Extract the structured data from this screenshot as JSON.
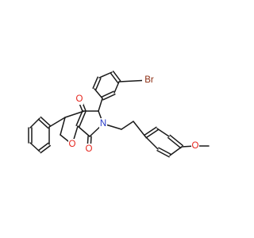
{
  "molecule": {
    "atoms": [
      {
        "id": "br",
        "label": "Br",
        "color": "#8b2b10"
      },
      {
        "id": "o_ketone",
        "label": "O",
        "color": "#e5231b"
      },
      {
        "id": "o_ring",
        "label": "O",
        "color": "#e5231b"
      },
      {
        "id": "o_lactam",
        "label": "O",
        "color": "#e5231b"
      },
      {
        "id": "n",
        "label": "N",
        "color": "#2438c8"
      },
      {
        "id": "o_ether",
        "label": "O",
        "color": "#e5231b"
      }
    ]
  },
  "colors": {
    "bond": "#1a1a1a",
    "background": "#ffffff"
  }
}
